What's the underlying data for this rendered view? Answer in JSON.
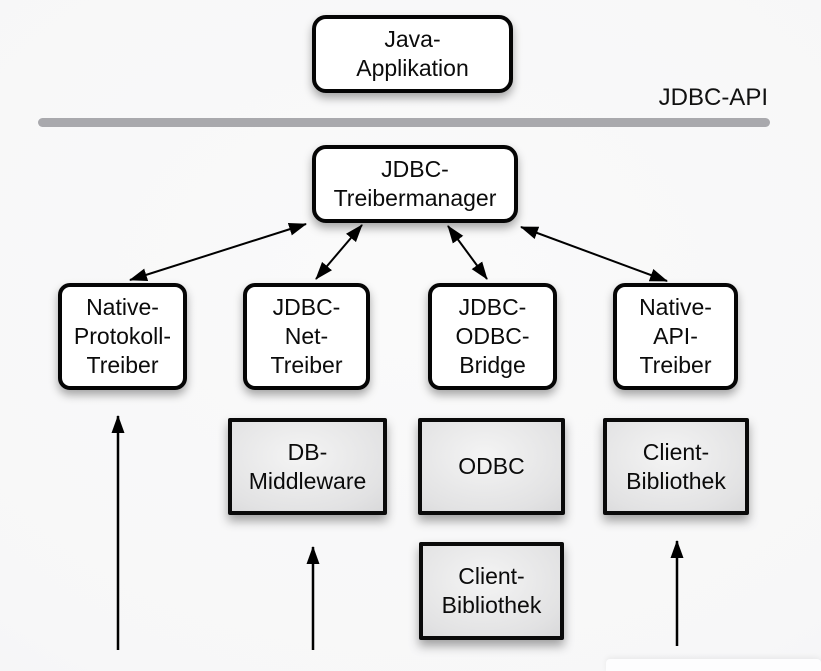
{
  "diagram": {
    "api_label": "JDBC-API",
    "nodes": {
      "java_application": {
        "label": "Java-\nApplikation"
      },
      "jdbc_treibermanager": {
        "label": "JDBC-\nTreibermanager"
      },
      "native_protokoll_treiber": {
        "label": "Native-\nProtokoll-\nTreiber"
      },
      "jdbc_net_treiber": {
        "label": "JDBC-\nNet-\nTreiber"
      },
      "jdbc_odbc_bridge": {
        "label": "JDBC-\nODBC-\nBridge"
      },
      "native_api_treiber": {
        "label": "Native-\nAPI-\nTreiber"
      },
      "db_middleware": {
        "label": "DB-\nMiddleware"
      },
      "odbc": {
        "label": "ODBC"
      },
      "client_bibliothek_unten": {
        "label": "Client-\nBibliothek"
      },
      "client_bibliothek_rechts": {
        "label": "Client-\nBibliothek"
      }
    },
    "edges": [
      {
        "from": "jdbc_treibermanager",
        "to": "native_protokoll_treiber",
        "bidirectional": true
      },
      {
        "from": "jdbc_treibermanager",
        "to": "jdbc_net_treiber",
        "bidirectional": true
      },
      {
        "from": "jdbc_treibermanager",
        "to": "jdbc_odbc_bridge",
        "bidirectional": true
      },
      {
        "from": "jdbc_treibermanager",
        "to": "native_api_treiber",
        "bidirectional": true
      },
      {
        "from": "offscreen_bottom",
        "to": "native_protokoll_treiber",
        "bidirectional": false
      },
      {
        "from": "offscreen_bottom",
        "to": "db_middleware",
        "bidirectional": false
      },
      {
        "from": "offscreen_bottom",
        "to": "client_bibliothek_rechts",
        "bidirectional": false
      }
    ],
    "colors": {
      "background": "#f7f7f8",
      "box_fill": "#ffffff",
      "box_border": "#050505",
      "gray_box_light": "#f4f4f4",
      "gray_box_dark": "#c6c6c8",
      "divider": "#a9a9ad",
      "arrow": "#000000",
      "text": "#0b0b0b"
    }
  }
}
